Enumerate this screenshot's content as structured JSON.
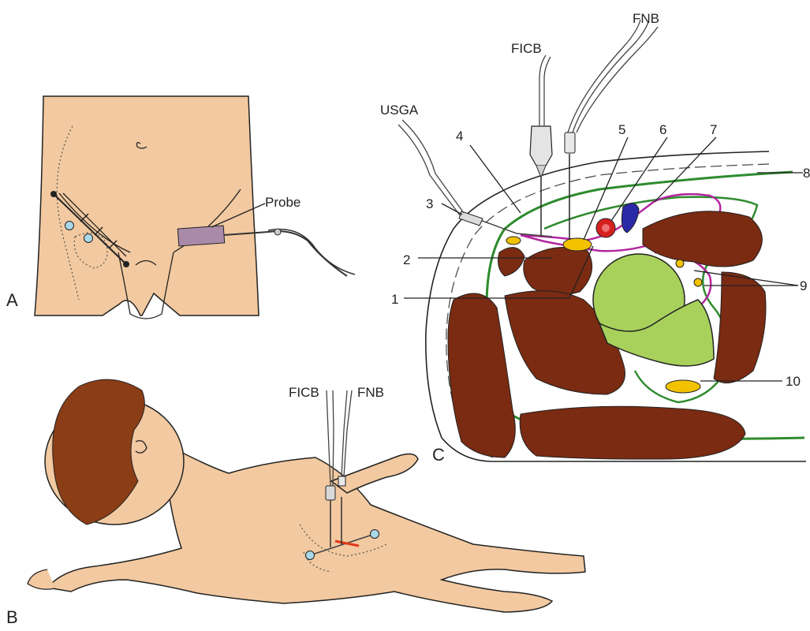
{
  "panel_labels": {
    "a": "A",
    "b": "B",
    "c": "C"
  },
  "panel_a": {
    "probe_label": "Probe"
  },
  "panel_b": {
    "ficb_label": "FICB",
    "fnb_label": "FNB"
  },
  "panel_c": {
    "usga_label": "USGA",
    "ficb_label": "FICB",
    "fnb_label": "FNB",
    "numbers": [
      "1",
      "2",
      "3",
      "4",
      "5",
      "6",
      "7",
      "8",
      "9",
      "10"
    ]
  },
  "colors": {
    "skin": "#f2c9a0",
    "muscle": "#7a2b12",
    "bone": "#a8d15c",
    "nerve": "#f2c200",
    "fascia_iliaca": "#2e8b2e",
    "fascia_lata": "#b3269e",
    "artery": "#d62020",
    "vein": "#2a2aa6",
    "probe": "#a98aa8",
    "hair": "#8b3d16",
    "landmark_dot": "#a9d8e8"
  }
}
